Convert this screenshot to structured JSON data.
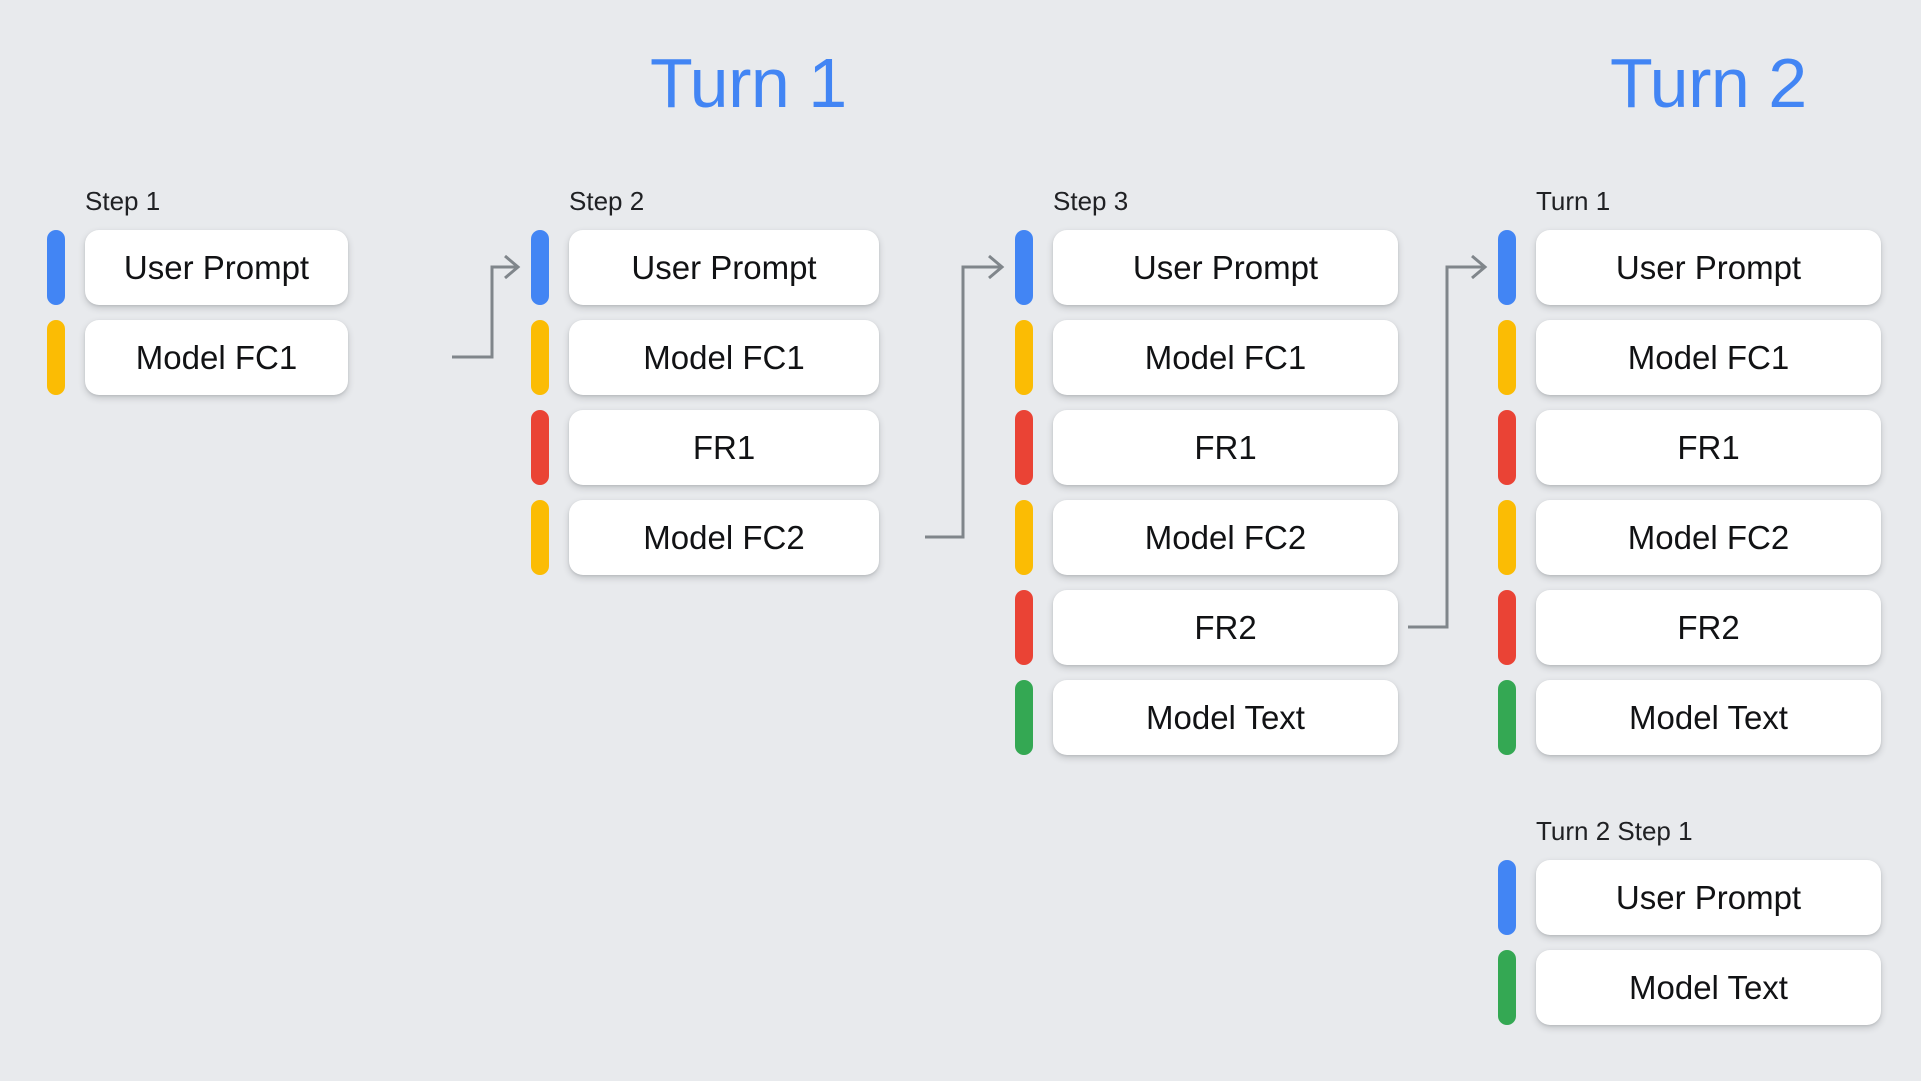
{
  "background_color": "#E8EAED",
  "palette": {
    "blue": "#4285F4",
    "yellow": "#FBBC04",
    "red": "#EA4335",
    "green": "#34A853",
    "card": "#FFFFFF",
    "connector": "#80868B",
    "text": "#111214"
  },
  "titles": {
    "turn1": "Turn 1",
    "turn2": "Turn 2"
  },
  "columns": [
    {
      "id": "turn1-step1",
      "label": "Step 1",
      "rows": [
        {
          "label": "User Prompt",
          "color": "blue"
        },
        {
          "label": "Model FC1",
          "color": "yellow"
        }
      ]
    },
    {
      "id": "turn1-step2",
      "label": "Step 2",
      "rows": [
        {
          "label": "User Prompt",
          "color": "blue"
        },
        {
          "label": "Model FC1",
          "color": "yellow"
        },
        {
          "label": "FR1",
          "color": "red"
        },
        {
          "label": "Model FC2",
          "color": "yellow"
        }
      ]
    },
    {
      "id": "turn1-step3",
      "label": "Step 3",
      "rows": [
        {
          "label": "User Prompt",
          "color": "blue"
        },
        {
          "label": "Model FC1",
          "color": "yellow"
        },
        {
          "label": "FR1",
          "color": "red"
        },
        {
          "label": "Model FC2",
          "color": "yellow"
        },
        {
          "label": "FR2",
          "color": "red"
        },
        {
          "label": "Model Text",
          "color": "green"
        }
      ]
    },
    {
      "id": "turn2-turn1",
      "label": "Turn 1",
      "rows": [
        {
          "label": "User Prompt",
          "color": "blue"
        },
        {
          "label": "Model FC1",
          "color": "yellow"
        },
        {
          "label": "FR1",
          "color": "red"
        },
        {
          "label": "Model FC2",
          "color": "yellow"
        },
        {
          "label": "FR2",
          "color": "red"
        },
        {
          "label": "Model Text",
          "color": "green"
        }
      ]
    },
    {
      "id": "turn2-step1",
      "label": "Turn 2 Step 1",
      "rows": [
        {
          "label": "User Prompt",
          "color": "blue"
        },
        {
          "label": "Model Text",
          "color": "green"
        }
      ]
    }
  ]
}
